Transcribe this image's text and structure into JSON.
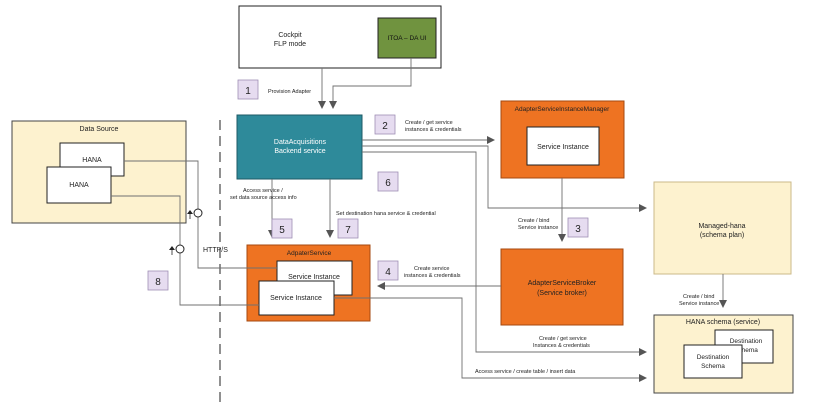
{
  "cockpit": {
    "line1": "Cockpit",
    "line2": "FLP mode"
  },
  "itoa": {
    "label": "ITOA – DA UI"
  },
  "data_source": {
    "title": "Data Source",
    "hana_back": "HANA",
    "hana_front": "HANA"
  },
  "data_acq": {
    "line1": "DataAcquisitions",
    "line2": "Backend service"
  },
  "instance_manager": {
    "title": "AdapterServiceInstanceManager",
    "instance": "Service Instance"
  },
  "service_broker": {
    "line1": "AdapterServiceBroker",
    "line2": "(Service broker)"
  },
  "adapter_service": {
    "title": "AdpaterService",
    "instance_back": "Service Instance",
    "instance_front": "Service Instance"
  },
  "managed_hana": {
    "line1": "Managed-hana",
    "line2": "(schema plan)"
  },
  "hana_schema": {
    "title": "HANA schema (service)",
    "dest_back_line1": "Destination",
    "dest_back_line2": "Schema",
    "dest_front_line1": "Destination",
    "dest_front_line2": "Schema"
  },
  "steps": [
    "1",
    "2",
    "3",
    "4",
    "5",
    "6",
    "7",
    "8"
  ],
  "labels": {
    "provision": "Provision Adapter",
    "create_get_line1": "Create / get service",
    "create_get_line2": "instances & credentials",
    "create_bind_broker_line1": "Create / bind",
    "create_bind_broker_line2": "Service instance",
    "create_service_line1": "Create service",
    "create_service_line2": "instances & credentials",
    "access_service_line1": "Access service /",
    "access_service_line2": "set data source access info",
    "set_destination": "Set destination hana service & credential",
    "create_bind_hana_line1": "Create / bind",
    "create_bind_hana_line2": "Service instance",
    "create_get_hana_line1": "Create / get service",
    "create_get_hana_line2": "Instances & credentials",
    "access_create_table": "Access service / create table / insert data",
    "https": "HTTP/S"
  },
  "colors": {
    "teal": "#2e8a9a",
    "orange": "#ee7322",
    "cream": "#fdf2cf",
    "green": "#70933f",
    "step_fill": "#e6dcf0",
    "line": "#707070"
  }
}
